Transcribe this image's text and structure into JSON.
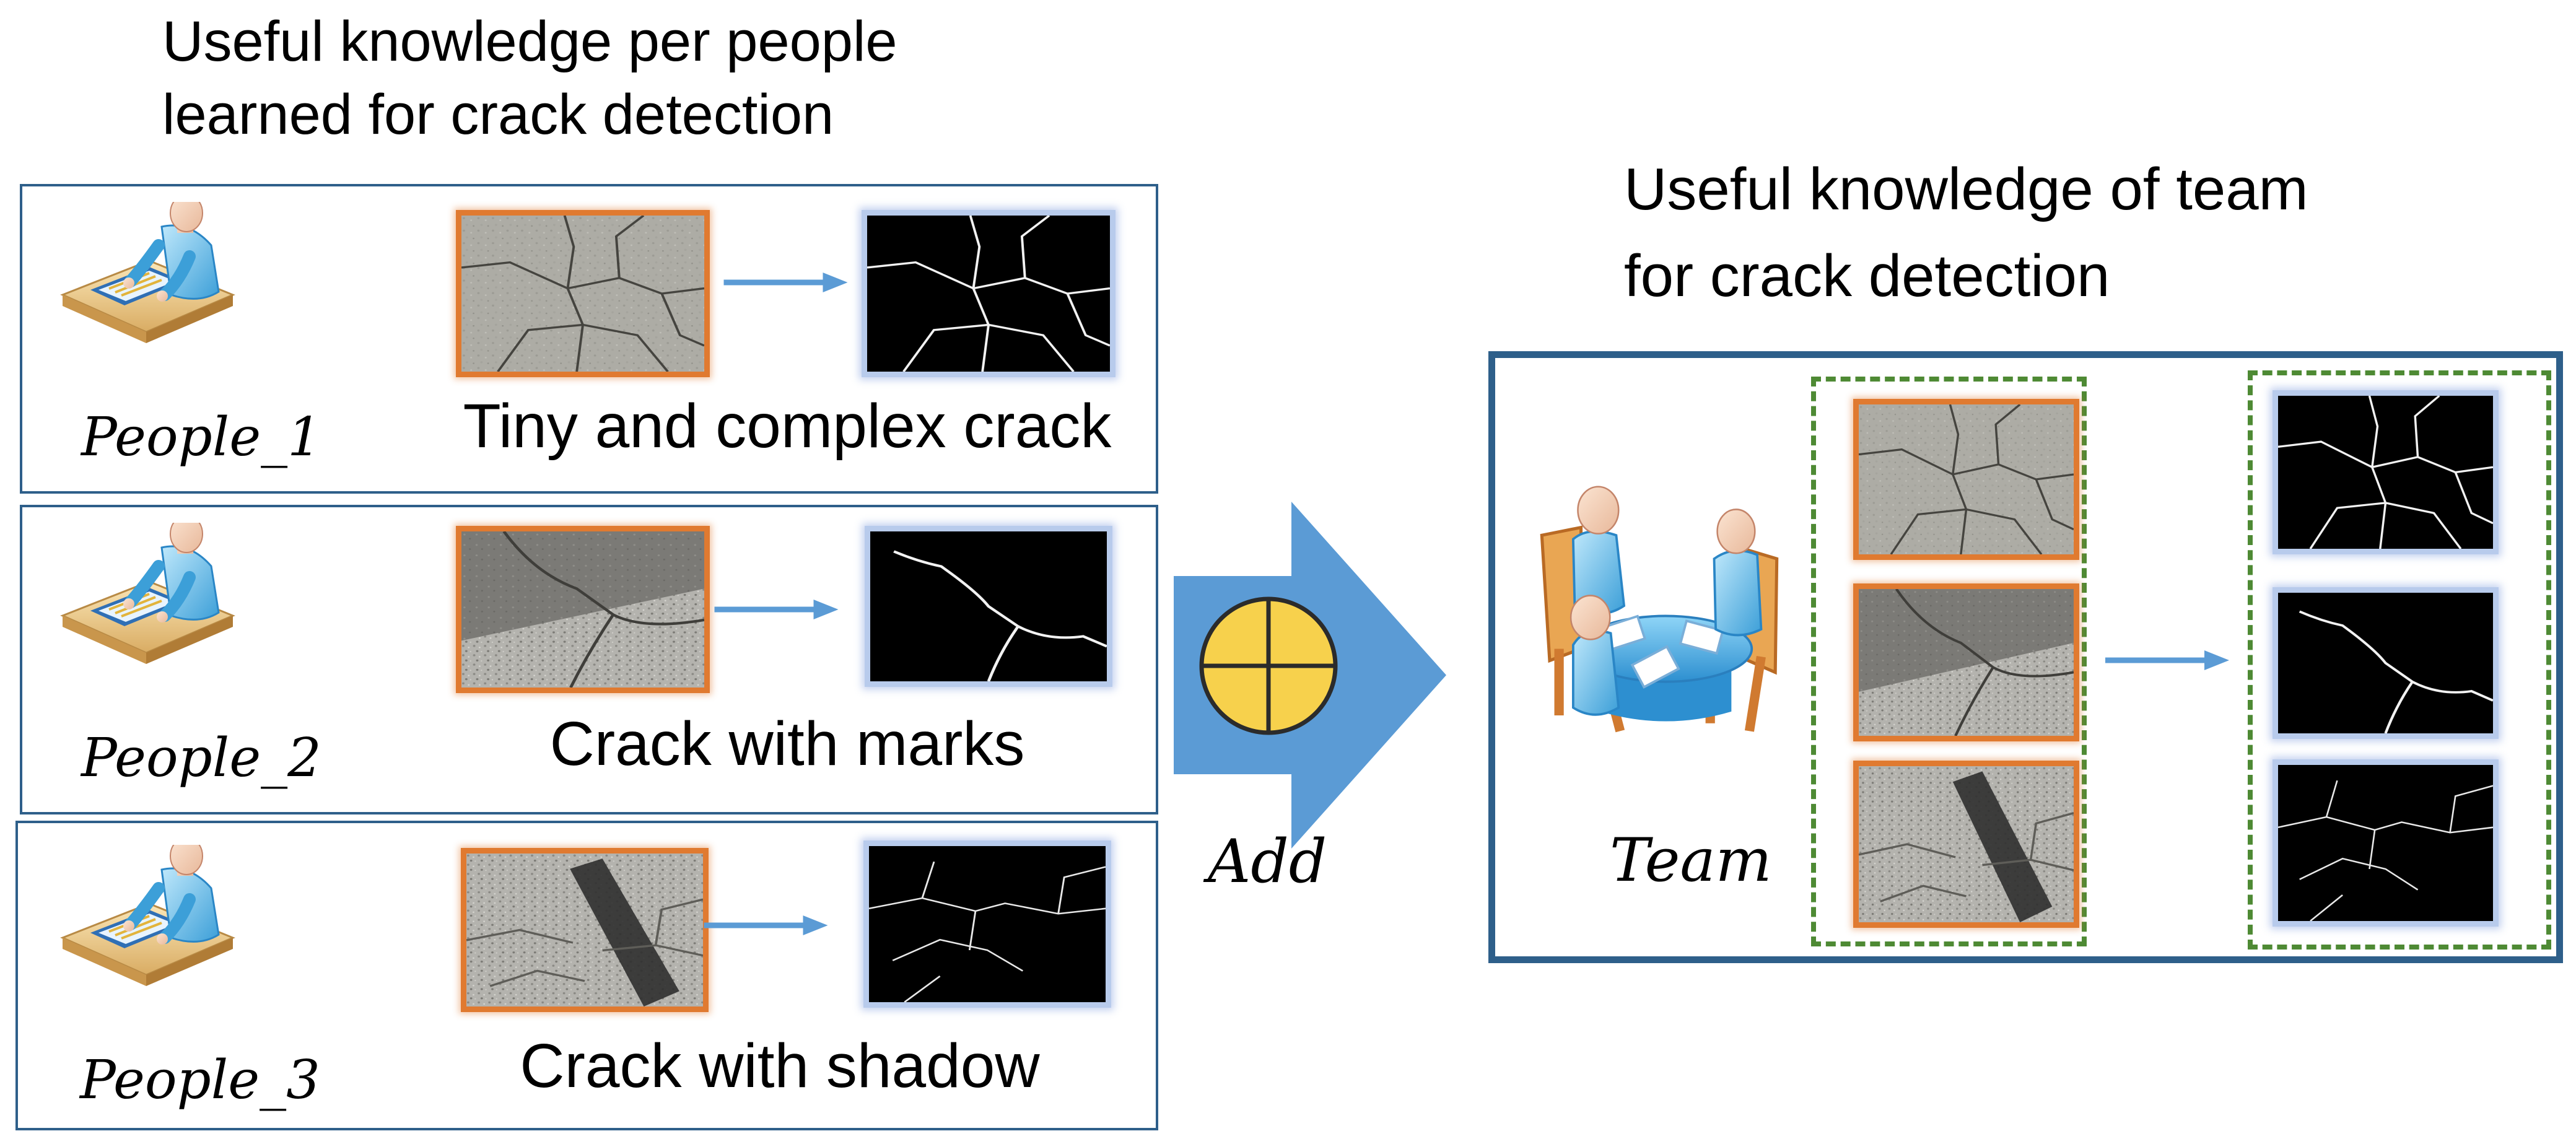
{
  "left_title": {
    "line1": "Useful knowledge per people",
    "line2": "learned for crack detection"
  },
  "rows": [
    {
      "person": "People_1",
      "caption": "Tiny and complex crack"
    },
    {
      "person": "People_2",
      "caption": "Crack with marks"
    },
    {
      "person": "People_3",
      "caption": "Crack with shadow"
    }
  ],
  "operator": {
    "label": "Add"
  },
  "right_title": {
    "line1": "Useful knowledge of team",
    "line2": "for crack detection"
  },
  "team": {
    "label": "Team"
  },
  "colors": {
    "panel_border": "#2e5f8a",
    "arrow_blue": "#5b9bd5",
    "photo_border": "#e07a30",
    "mask_border": "#b8cbec",
    "dashed_green": "#4e8a34",
    "add_circle": "#f7d14c"
  },
  "icons": [
    "person-at-desk-icon",
    "team-meeting-icon",
    "add-circle-icon"
  ]
}
